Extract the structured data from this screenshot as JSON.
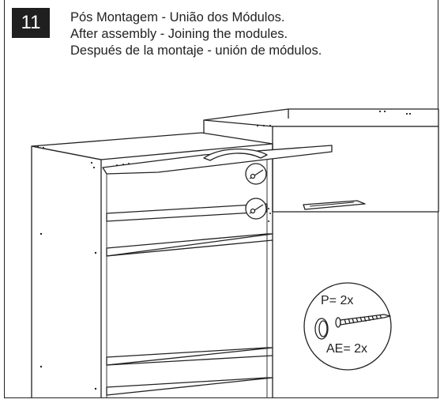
{
  "step": {
    "number": "11"
  },
  "instructions": {
    "pt": "Pós Montagem - União dos Módulos.",
    "en": "After assembly - Joining the modules.",
    "es": "Después de la montaje - unión de módulos."
  },
  "parts": {
    "screw_qty": "P= 2x",
    "cap_qty": "AE= 2x"
  }
}
